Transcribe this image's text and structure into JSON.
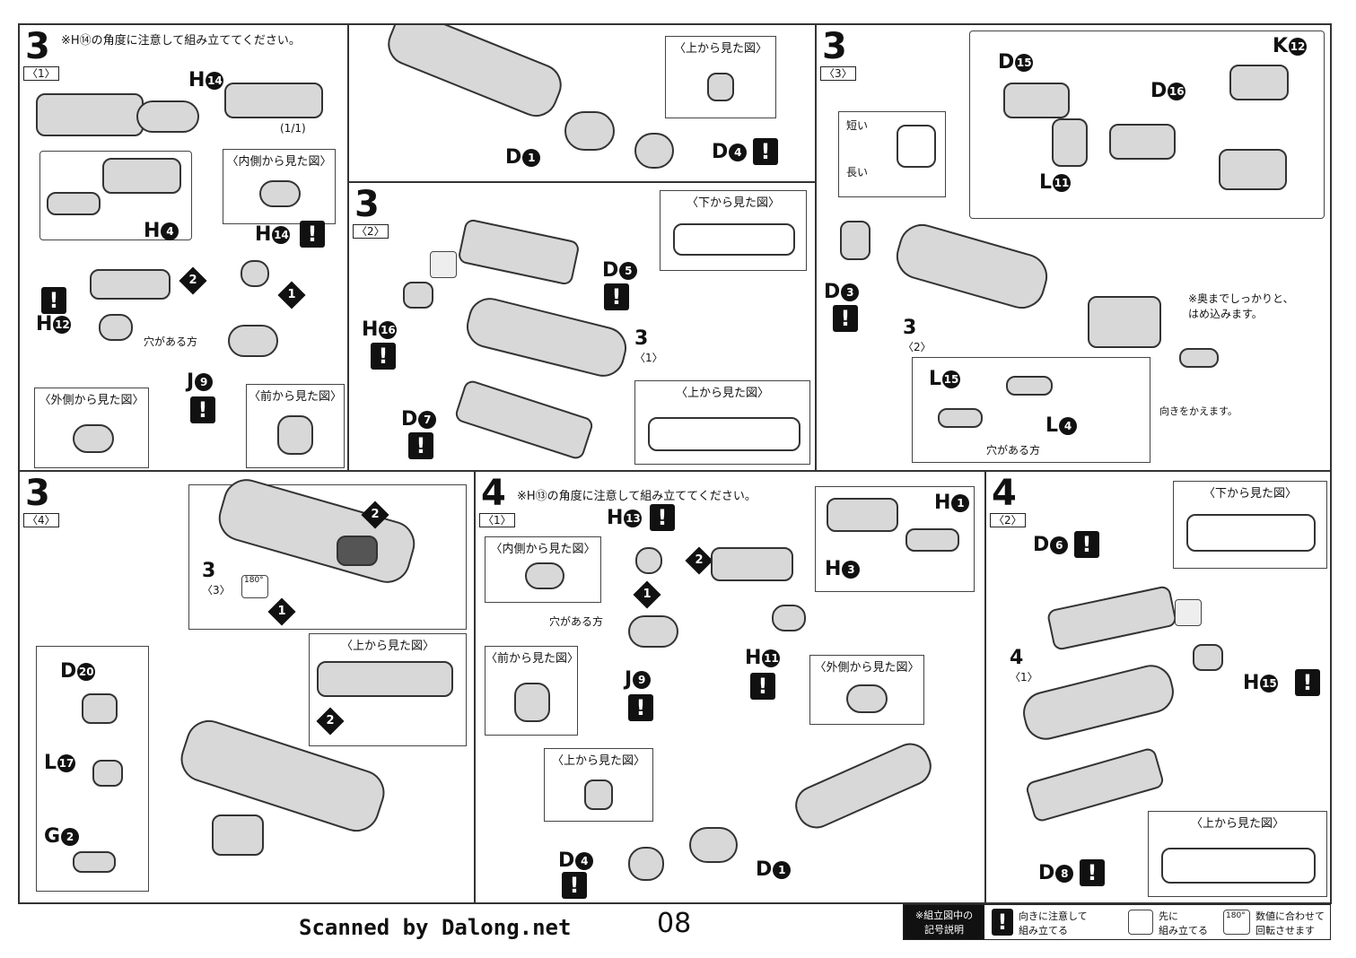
{
  "footer": {
    "scanned": "Scanned by Dalong.net",
    "page": "08"
  },
  "common": {
    "from_top": "〈上から見た図〉",
    "from_bottom": "〈下から見た図〉",
    "from_inside": "〈内側から見た図〉",
    "from_outside": "〈外側から見た図〉",
    "from_front": "〈前から見た図〉",
    "hole_side": "穴がある方",
    "turn_dir": "向きをかえます。"
  },
  "p31": {
    "step": "3",
    "sub": "〈1〉",
    "note": "※H⑭の角度に注意して組み立ててください。",
    "frac": "(1/1)",
    "labels": {
      "h14": "H",
      "h2": "H",
      "h4": "H",
      "h14b": "H",
      "h12": "H",
      "j9": "J",
      "d1": "D",
      "d4": "D"
    },
    "nums": {
      "h14": "14",
      "h2": "2",
      "h4": "4",
      "h14b": "14",
      "h12": "12",
      "j9": "9",
      "d1": "1",
      "d4": "4"
    }
  },
  "p32": {
    "step": "3",
    "sub": "〈2〉",
    "labels": {
      "d5": "D",
      "h16": "H",
      "d7": "D",
      "ref": "3",
      "refsub": "〈1〉"
    },
    "nums": {
      "d5": "5",
      "h16": "16",
      "d7": "7"
    }
  },
  "p33": {
    "step": "3",
    "sub": "〈3〉",
    "short": "短い",
    "long": "長い",
    "note": "※奥までしっかりと、\nはめ込みます。",
    "labels": {
      "d15": "D",
      "d16": "D",
      "k12": "K",
      "l11": "L",
      "d3": "D",
      "l15": "L",
      "l4": "L",
      "ref": "3",
      "refsub": "〈2〉"
    },
    "nums": {
      "d15": "15",
      "d16": "16",
      "k12": "12",
      "l11": "11",
      "d3": "3",
      "l15": "15",
      "l4": "4"
    }
  },
  "p34": {
    "step": "3",
    "sub": "〈4〉",
    "deg": "180°",
    "labels": {
      "d20": "D",
      "l17": "L",
      "g2": "G",
      "ref": "3",
      "refsub": "〈3〉"
    },
    "nums": {
      "d20": "20",
      "l17": "17",
      "g2": "2"
    }
  },
  "p41": {
    "step": "4",
    "sub": "〈1〉",
    "note": "※H⑬の角度に注意して組み立ててください。",
    "labels": {
      "h13": "H",
      "h1": "H",
      "h3": "H",
      "h11": "H",
      "j9": "J",
      "d4": "D",
      "d1": "D"
    },
    "nums": {
      "h13": "13",
      "h1": "1",
      "h3": "3",
      "h11": "11",
      "j9": "9",
      "d4": "4",
      "d1": "1"
    }
  },
  "p42": {
    "step": "4",
    "sub": "〈2〉",
    "labels": {
      "d6": "D",
      "h15": "H",
      "d8": "D",
      "ref": "4",
      "refsub": "〈1〉"
    },
    "nums": {
      "d6": "6",
      "h15": "15",
      "d8": "8"
    }
  },
  "legend": {
    "title": "※組立図中の\n記号説明",
    "warn_text": "向きに注意して\n組み立てる",
    "first_text": "先に\n組み立てる",
    "rotate_text": "数値に合わせて\n回転させます",
    "deg": "180°",
    "warn": "!"
  }
}
